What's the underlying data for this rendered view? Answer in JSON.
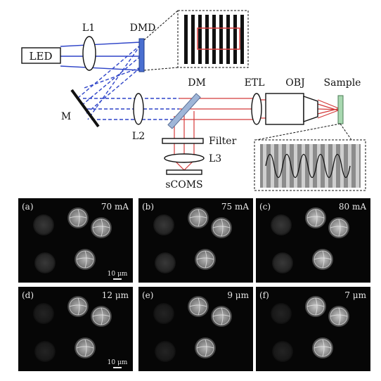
{
  "setup": {
    "led_label": "LED",
    "l1_label": "L1",
    "dmd_label": "DMD",
    "m_label": "M",
    "l2_label": "L2",
    "dm_label": "DM",
    "etl_label": "ETL",
    "obj_label": "OBJ",
    "sample_label": "Sample",
    "filter_label": "Filter",
    "l3_label": "L3",
    "camera_label": "sCOMS"
  },
  "colors": {
    "blue_beam": "#2e44c8",
    "red_beam": "#d43a3a",
    "dmd_blue": "#4a6fd0",
    "sample_green": "#a8d8b0"
  },
  "panels": [
    {
      "id": "(a)",
      "value": "70 mA",
      "scalebar": "10 μm"
    },
    {
      "id": "(b)",
      "value": "75 mA",
      "scalebar": ""
    },
    {
      "id": "(c)",
      "value": "80 mA",
      "scalebar": ""
    },
    {
      "id": "(d)",
      "value": "12 μm",
      "scalebar": "10 μm"
    },
    {
      "id": "(e)",
      "value": "9 μm",
      "scalebar": ""
    },
    {
      "id": "(f)",
      "value": "7 μm",
      "scalebar": ""
    }
  ]
}
